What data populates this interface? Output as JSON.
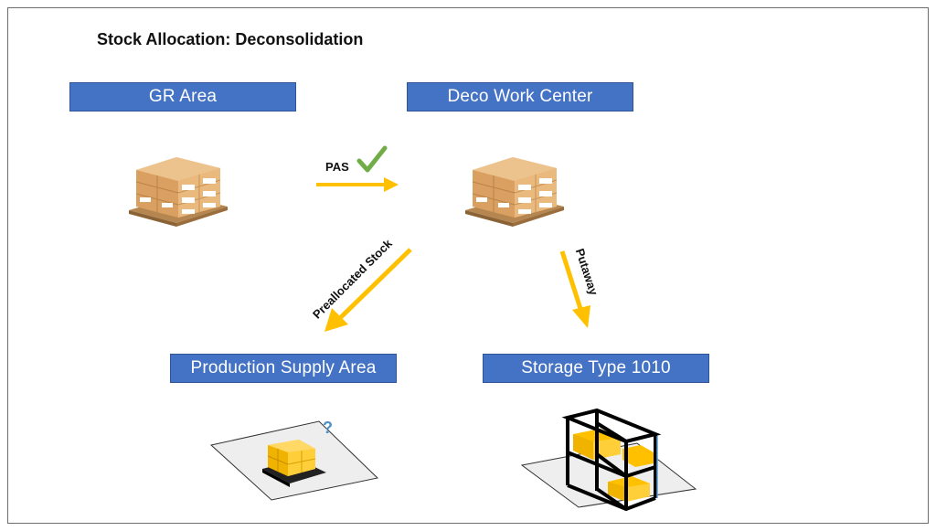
{
  "title": "Stock Allocation: Deconsolidation",
  "areas": {
    "gr_area": "GR Area",
    "deco_work_center": "Deco Work Center",
    "production_supply_area": "Production Supply Area",
    "storage_type": "Storage Type 1010"
  },
  "arrows": {
    "pas": "PAS",
    "preallocated": "Preallocated Stock",
    "putaway": "Putaway"
  },
  "question_mark": "?",
  "colors": {
    "label_fill": "#4472c4",
    "arrow": "#ffc000",
    "check": "#70ad47",
    "box": "#e2ac6e"
  }
}
